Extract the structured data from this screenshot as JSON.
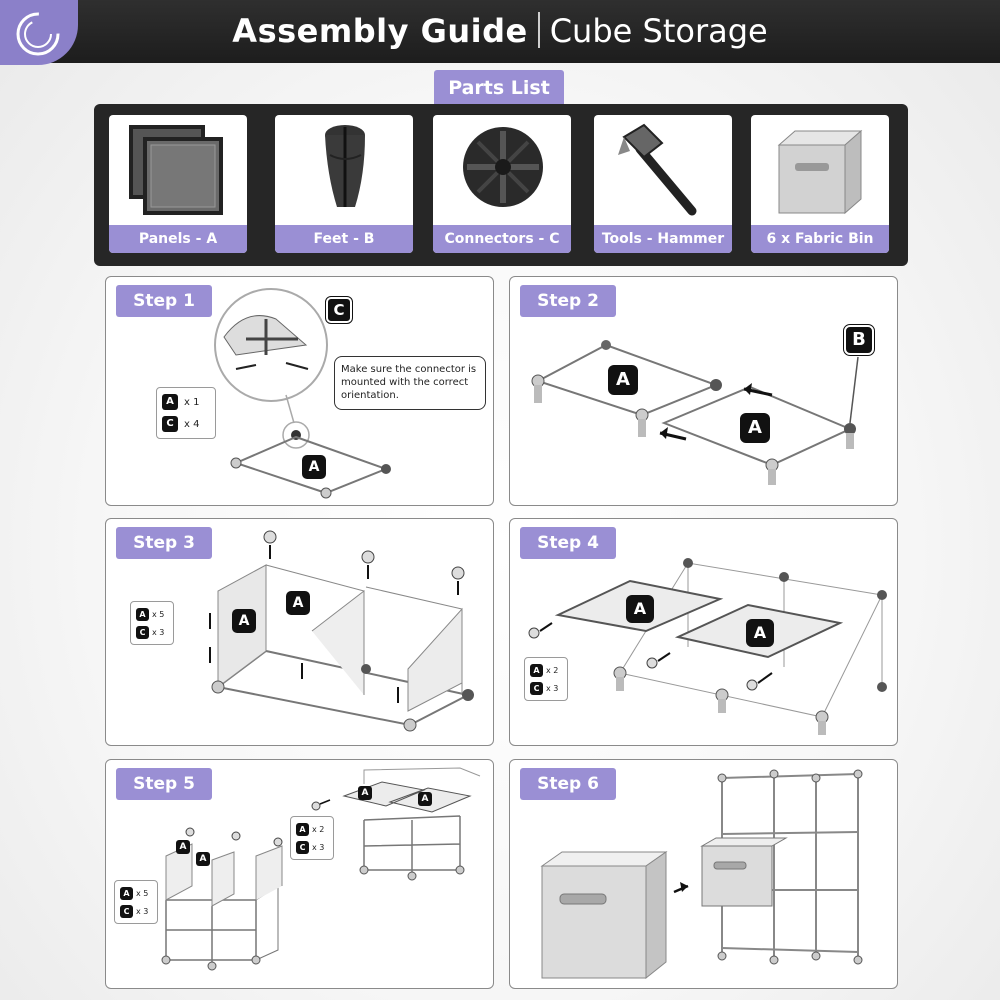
{
  "header": {
    "title_bold": "Assembly Guide",
    "title_light": "Cube Storage",
    "logo_icon": "circle-swirl-icon"
  },
  "parts": {
    "title": "Parts List",
    "items": [
      {
        "label": "Panels - A",
        "icon": "panel-icon"
      },
      {
        "label": "Feet - B",
        "icon": "foot-icon"
      },
      {
        "label": "Connectors - C",
        "icon": "connector-icon"
      },
      {
        "label": "Tools - Hammer",
        "icon": "hammer-icon"
      },
      {
        "label": "6 x Fabric Bin",
        "icon": "fabric-bin-icon"
      }
    ]
  },
  "steps": [
    {
      "label": "Step 1",
      "qty": [
        {
          "code": "A",
          "count": "x 1"
        },
        {
          "code": "C",
          "count": "x 4"
        }
      ],
      "callout": "Make sure the connector is mounted with the correct orientation.",
      "badge": "C",
      "panel_badge": "A"
    },
    {
      "label": "Step 2",
      "badges": [
        "A",
        "A",
        "B"
      ]
    },
    {
      "label": "Step 3",
      "qty": [
        {
          "code": "A",
          "count": "x 5"
        },
        {
          "code": "C",
          "count": "x 3"
        }
      ],
      "badges": [
        "A",
        "A"
      ]
    },
    {
      "label": "Step 4",
      "qty": [
        {
          "code": "A",
          "count": "x 2"
        },
        {
          "code": "C",
          "count": "x 3"
        }
      ],
      "badges": [
        "A",
        "A"
      ]
    },
    {
      "label": "Step 5",
      "qty_a": [
        {
          "code": "A",
          "count": "x 5"
        },
        {
          "code": "C",
          "count": "x 3"
        }
      ],
      "qty_b": [
        {
          "code": "A",
          "count": "x 2"
        },
        {
          "code": "C",
          "count": "x 3"
        }
      ],
      "badges": [
        "A",
        "A",
        "A",
        "A"
      ]
    },
    {
      "label": "Step 6"
    }
  ],
  "colors": {
    "accent": "#9a8fd4",
    "header": "#222222",
    "panel": "#262626"
  }
}
